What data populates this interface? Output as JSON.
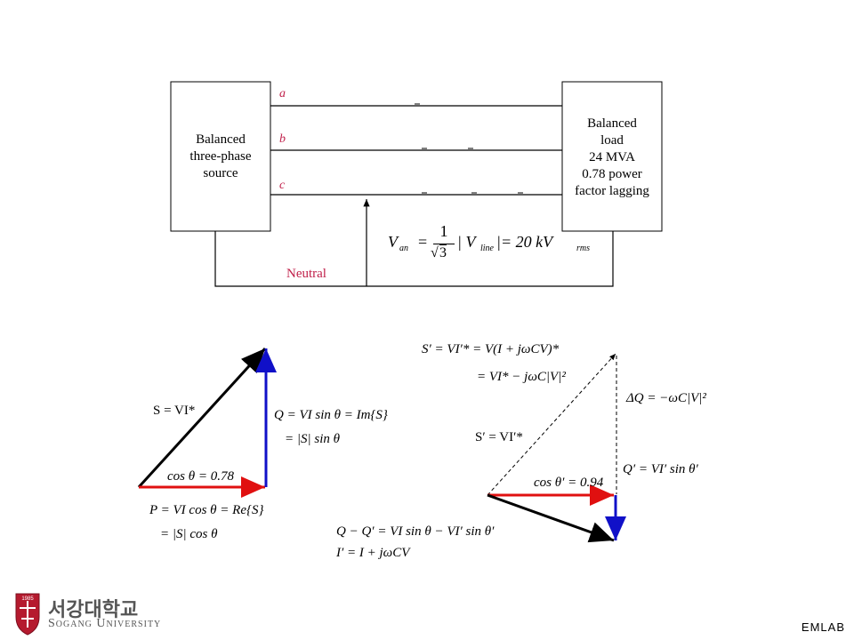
{
  "circuit": {
    "source_label": [
      "Balanced",
      "three-phase",
      "source"
    ],
    "load_label": [
      "Balanced",
      "load",
      "24 MVA",
      "0.78 power",
      "factor lagging"
    ],
    "phase_a": "a",
    "phase_b": "b",
    "phase_c": "c",
    "neutral": "Neutral"
  },
  "equations": {
    "van_lhs": "V",
    "van_sub": "an",
    "van_frac_num": "1",
    "van_frac_den": "3",
    "van_rest": "| V",
    "van_line_sub": "line",
    "van_value": "|= 20 kV",
    "van_rms": "rms",
    "s1": "S = VI*",
    "q1": "Q = VI sin θ = Im{S}",
    "q1b": "= |S| sin θ",
    "cos1": "cos θ = 0.78",
    "p1": "P = VI cos θ = Re{S}",
    "p1b": "= |S| cos θ",
    "sprime1": "S′ = VI′* = V(I + jωCV)*",
    "sprime2": "= VI* − jωC|V|²",
    "dq": "ΔQ = −ωC|V|²",
    "sprime3": "S′ = VI′*",
    "qprime": "Q′ = VI′ sin θ′",
    "cos2": "cos θ′ = 0.94",
    "qdiff": "Q − Q′ = VI sin θ − VI′ sin θ′",
    "iprime": "I′ = I + jωCV"
  },
  "colors": {
    "red": "#e01010",
    "blue": "#1010c8",
    "accent": "#c0204a"
  },
  "logo": {
    "emblem_text": "1985",
    "korean": "서강대학교",
    "english": "Sogang University"
  },
  "footer": "EMLAB"
}
